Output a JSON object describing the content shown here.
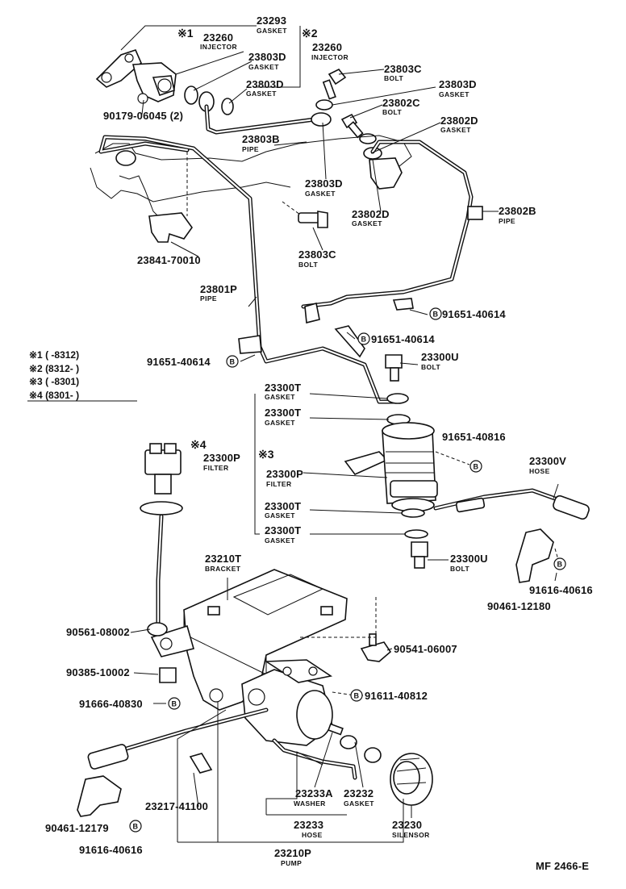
{
  "parts": {
    "p23293": {
      "num": "23293",
      "sub": "GASKET"
    },
    "p23260a": {
      "num": "23260",
      "sub": "INJECTOR"
    },
    "p23260b": {
      "num": "23260",
      "sub": "INJECTOR"
    },
    "p23803D_1": {
      "num": "23803D",
      "sub": "GASKET"
    },
    "p23803D_2": {
      "num": "23803D",
      "sub": "GASKET"
    },
    "p23803C_1": {
      "num": "23803C",
      "sub": "BOLT"
    },
    "p23803D_3": {
      "num": "23803D",
      "sub": "GASKET"
    },
    "p23802C": {
      "num": "23802C",
      "sub": "BOLT"
    },
    "p23802D_1": {
      "num": "23802D",
      "sub": "GASKET"
    },
    "p90179": {
      "num": "90179-06045 (2)"
    },
    "p23803B": {
      "num": "23803B",
      "sub": "PIPE"
    },
    "p23803D_4": {
      "num": "23803D",
      "sub": "GASKET"
    },
    "p23802D_2": {
      "num": "23802D",
      "sub": "GASKET"
    },
    "p23802B": {
      "num": "23802B",
      "sub": "PIPE"
    },
    "p23841": {
      "num": "23841-70010"
    },
    "p23803C_2": {
      "num": "23803C",
      "sub": "BOLT"
    },
    "p23801P": {
      "num": "23801P",
      "sub": "PIPE"
    },
    "p91651_a": {
      "num": "91651-40614"
    },
    "p91651_b": {
      "num": "91651-40614"
    },
    "p91651_c": {
      "num": "91651-40614"
    },
    "p23300U_1": {
      "num": "23300U",
      "sub": "BOLT"
    },
    "p23300T_1": {
      "num": "23300T",
      "sub": "GASKET"
    },
    "p23300T_2": {
      "num": "23300T",
      "sub": "GASKET"
    },
    "p91651_816": {
      "num": "91651-40816"
    },
    "p23300P_1": {
      "num": "23300P",
      "sub": "FILTER"
    },
    "p23300P_2": {
      "num": "23300P",
      "sub": "FILTER"
    },
    "p23300V": {
      "num": "23300V",
      "sub": "HOSE"
    },
    "p23300T_3": {
      "num": "23300T",
      "sub": "GASKET"
    },
    "p23300T_4": {
      "num": "23300T",
      "sub": "GASKET"
    },
    "p23300U_2": {
      "num": "23300U",
      "sub": "BOLT"
    },
    "p91616_a": {
      "num": "91616-40616"
    },
    "p90461_a": {
      "num": "90461-12180"
    },
    "p23210T": {
      "num": "23210T",
      "sub": "BRACKET"
    },
    "p90561": {
      "num": "90561-08002"
    },
    "p90541": {
      "num": "90541-06007"
    },
    "p90385": {
      "num": "90385-10002"
    },
    "p91611": {
      "num": "91611-40812"
    },
    "p91666": {
      "num": "91666-40830"
    },
    "p23217": {
      "num": "23217-41100"
    },
    "p23233A": {
      "num": "23233A",
      "sub": "WASHER"
    },
    "p23232": {
      "num": "23232",
      "sub": "GASKET"
    },
    "p90461_b": {
      "num": "90461-12179"
    },
    "p23233": {
      "num": "23233",
      "sub": "HOSE"
    },
    "p23230": {
      "num": "23230",
      "sub": "SILENSOR"
    },
    "p91616_b": {
      "num": "91616-40616"
    },
    "p23210P": {
      "num": "23210P",
      "sub": "PUMP"
    }
  },
  "marks": {
    "m1": "※1",
    "m2": "※2",
    "m3": "※3",
    "m4": "※4",
    "circle_b": "B"
  },
  "legend": [
    "※1 (       -8312)",
    "※2 (8312-        )",
    "※3 (       -8301)",
    "※4 (8301-        )"
  ],
  "footer": {
    "code": "MF  2466-E"
  }
}
